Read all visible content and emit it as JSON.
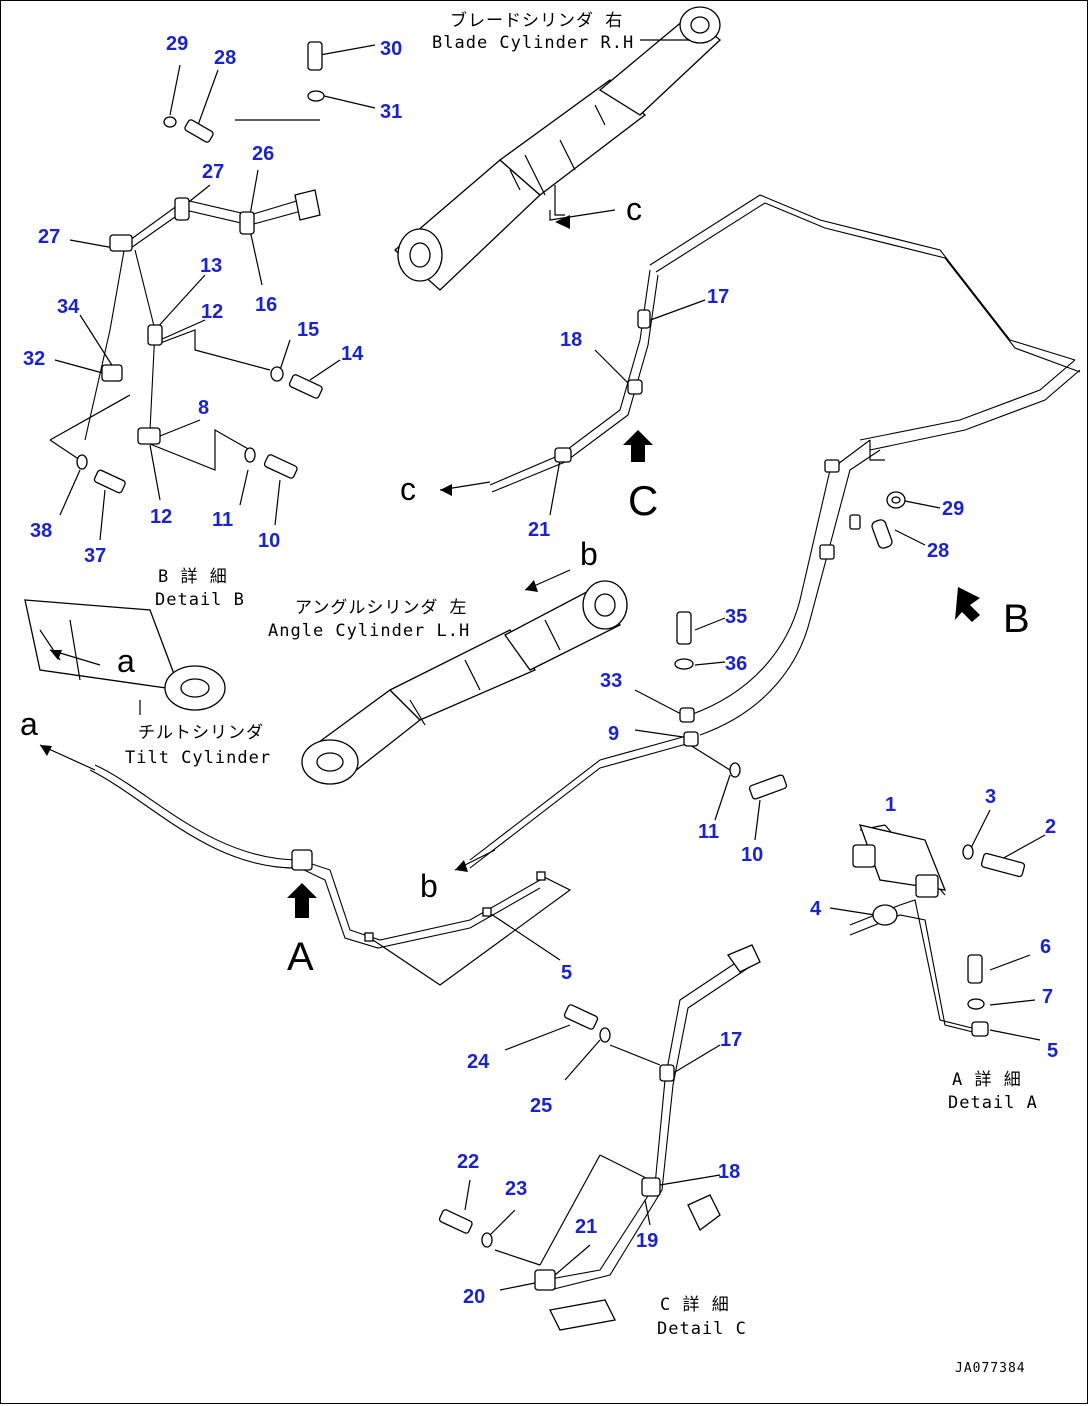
{
  "captions": {
    "blade_jp": "ブレードシリンダ 右",
    "blade_en": "Blade Cylinder R.H",
    "angle_jp": "アングルシリンダ 左",
    "angle_en": "Angle Cylinder L.H",
    "tilt_jp": "チルトシリンダ",
    "tilt_en": "Tilt Cylinder",
    "detail_b_jp": "B 詳 細",
    "detail_b_en": "Detail B",
    "detail_a_jp": "A 詳 細",
    "detail_a_en": "Detail A",
    "detail_c_jp": "C 詳 細",
    "detail_c_en": "Detail C",
    "code": "JA077384"
  },
  "views": {
    "A": "A",
    "B": "B",
    "C": "C"
  },
  "refs": {
    "a": "a",
    "b": "b",
    "c": "c"
  },
  "parts": {
    "p1": "1",
    "p2": "2",
    "p3": "3",
    "p4": "4",
    "p5": "5",
    "p6": "6",
    "p7": "7",
    "p8": "8",
    "p9": "9",
    "p10": "10",
    "p11": "11",
    "p12": "12",
    "p13": "13",
    "p14": "14",
    "p15": "15",
    "p16": "16",
    "p17": "17",
    "p18": "18",
    "p19": "19",
    "p20": "20",
    "p21": "21",
    "p22": "22",
    "p23": "23",
    "p24": "24",
    "p25": "25",
    "p26": "26",
    "p27": "27",
    "p28": "28",
    "p29": "29",
    "p30": "30",
    "p31": "31",
    "p32": "32",
    "p33": "33",
    "p34": "34",
    "p35": "35",
    "p36": "36",
    "p37": "37",
    "p38": "38"
  }
}
